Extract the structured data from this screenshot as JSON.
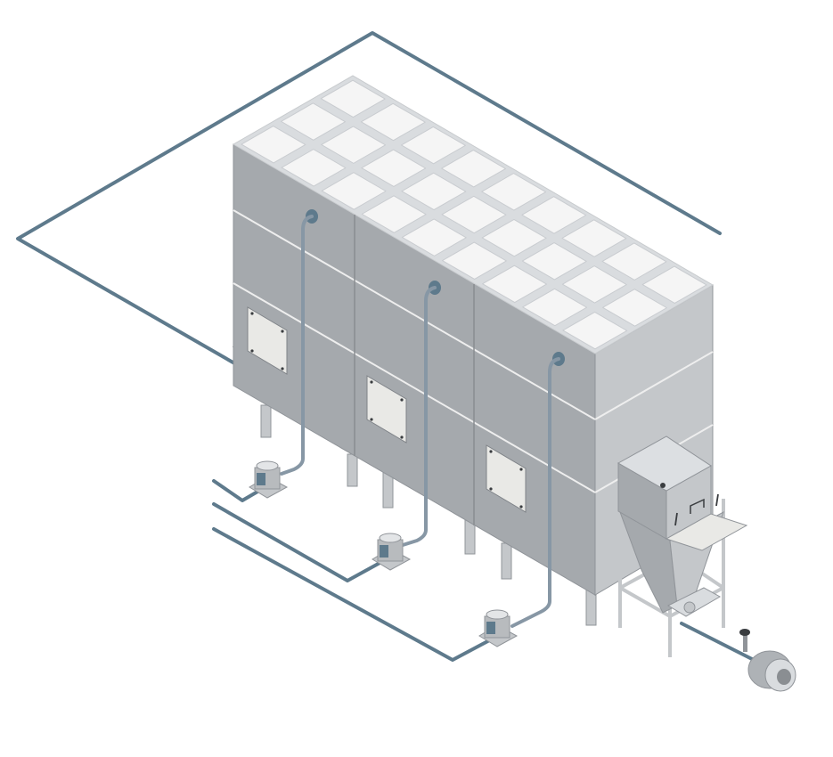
{
  "diagram": {
    "modules": [
      {
        "id": "module-1"
      },
      {
        "id": "module-2"
      },
      {
        "id": "module-3"
      }
    ],
    "colors": {
      "background": "#ffffff",
      "pipe": "#5e7a8c",
      "tube": "#8797a5",
      "top": "#d9dcdf",
      "front": "#a5a9ad",
      "side": "#c4c7ca",
      "lid": "#f5f5f5",
      "panel": "#e9e9e6",
      "seam": "#eeeeee",
      "outline": "#909499"
    }
  }
}
